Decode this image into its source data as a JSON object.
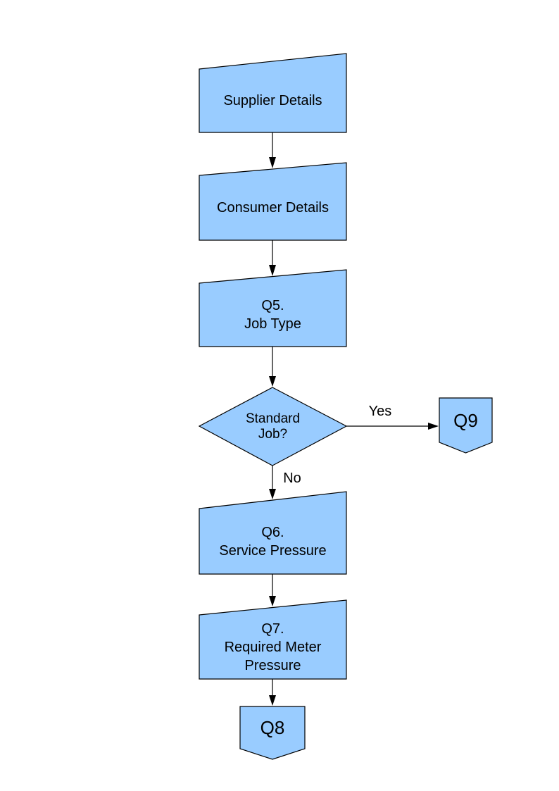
{
  "colors": {
    "background": "#FFFFFF",
    "node_fill": "#99CCFF",
    "node_border": "#000000",
    "connector_line": "#000000",
    "text": "#000000"
  },
  "nodes": {
    "supplier": {
      "type": "manual-input",
      "label": "Supplier Details"
    },
    "consumer": {
      "type": "manual-input",
      "label": "Consumer Details"
    },
    "q5": {
      "type": "manual-input",
      "label": "Q5.\nJob Type"
    },
    "decision": {
      "type": "decision",
      "label": "Standard\nJob?"
    },
    "q9": {
      "type": "off-page-connector",
      "label": "Q9"
    },
    "q6": {
      "type": "manual-input",
      "label": "Q6.\nService Pressure"
    },
    "q7": {
      "type": "manual-input",
      "label": "Q7.\nRequired Meter\nPressure"
    },
    "q8": {
      "type": "off-page-connector",
      "label": "Q8"
    }
  },
  "edges": {
    "supplier_to_consumer": {
      "from": "supplier",
      "to": "consumer",
      "label": ""
    },
    "consumer_to_q5": {
      "from": "consumer",
      "to": "q5",
      "label": ""
    },
    "q5_to_decision": {
      "from": "q5",
      "to": "decision",
      "label": ""
    },
    "decision_to_q9": {
      "from": "decision",
      "to": "q9",
      "label": "Yes"
    },
    "decision_to_q6": {
      "from": "decision",
      "to": "q6",
      "label": "No"
    },
    "q6_to_q7": {
      "from": "q6",
      "to": "q7",
      "label": ""
    },
    "q7_to_q8": {
      "from": "q7",
      "to": "q8",
      "label": ""
    }
  }
}
